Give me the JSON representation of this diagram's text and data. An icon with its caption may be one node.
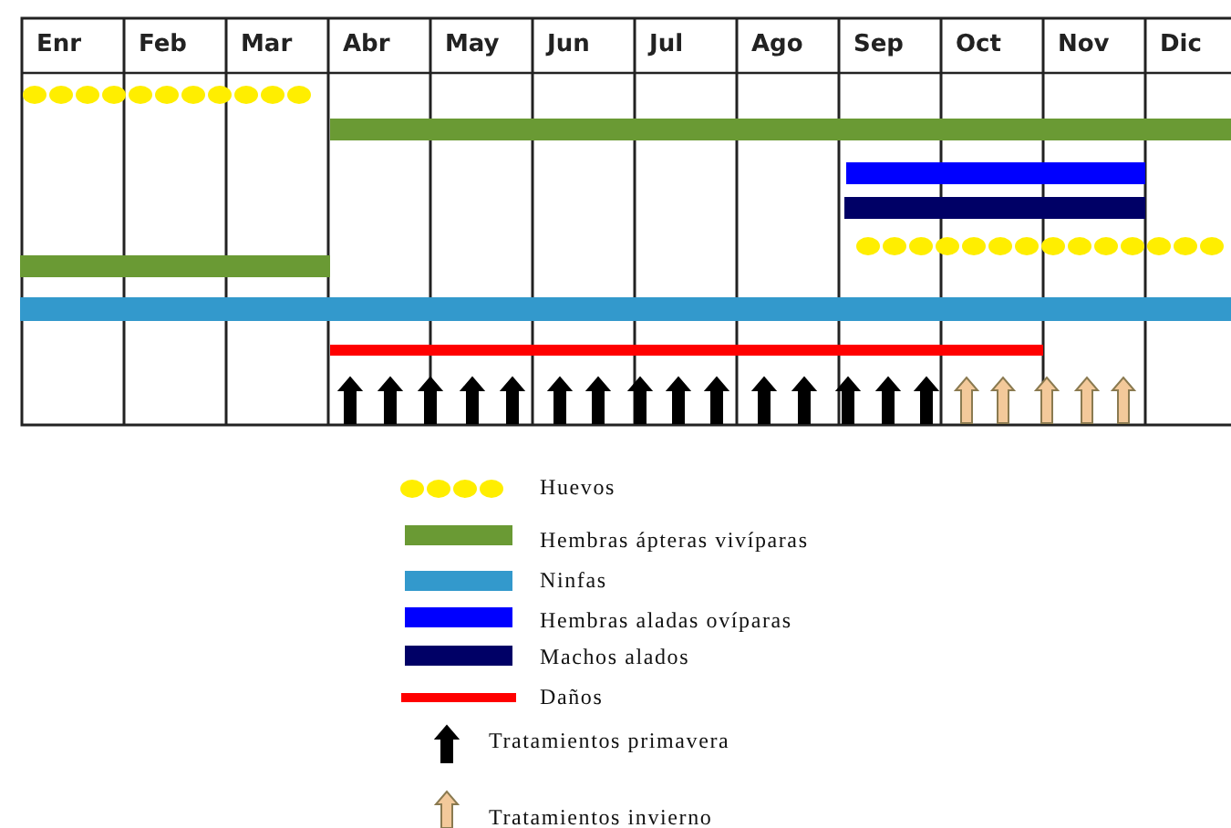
{
  "diagram": {
    "labels": [
      "Enr",
      "Feb",
      "Mar",
      "Abr",
      "May",
      "Jun",
      "Jul",
      "Ago",
      "Sep",
      "Oct",
      "Nov",
      "Dic"
    ],
    "legend": [
      {
        "text": "Huevos"
      },
      {
        "text": "Hembras ápteras vivíparas",
        "color": "#6a9a34"
      },
      {
        "text": "Ninfas",
        "color": "#3399cc"
      },
      {
        "text": "Hembras aladas ovíparas",
        "color": "#0000ff"
      },
      {
        "text": "Machos alados",
        "color": "#000066"
      },
      {
        "text": "Daños",
        "color": "#ff0000"
      },
      {
        "text": "Tratamientos primavera"
      },
      {
        "text": "Tratamientos invierno"
      }
    ]
  }
}
